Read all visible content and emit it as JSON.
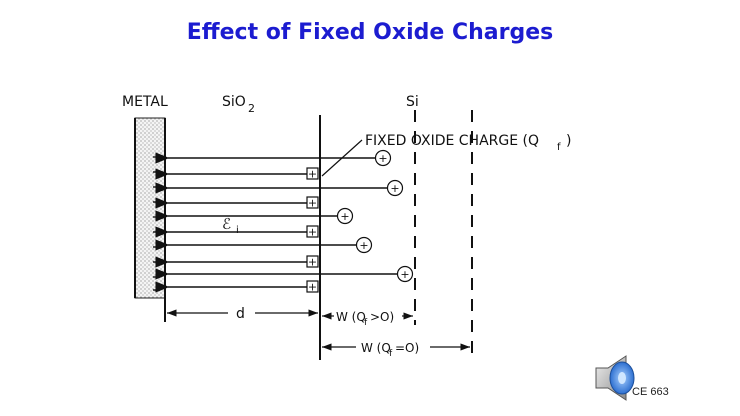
{
  "slide": {
    "title": "Effect of Fixed Oxide Charges",
    "course_code": "CE 663"
  },
  "diagram": {
    "region_labels": {
      "metal": "METAL",
      "oxide": "SiO",
      "oxide_sub": "2",
      "semiconductor": "Si"
    },
    "fixed_charge_label": "FIXED OXIDE CHARGE (Q",
    "fixed_charge_sub": "f",
    "fixed_charge_close": ")",
    "field_label": "ℰ",
    "field_sub": "i",
    "thickness_label": "d",
    "depletion_positive": {
      "prefix": "W (Q",
      "sub": "f",
      "suffix": ">O)"
    },
    "depletion_zero": {
      "prefix": "W (Q",
      "sub": "f",
      "suffix": "=O)"
    },
    "positive_symbol": "+"
  },
  "icons": {
    "speaker": "speaker-icon"
  }
}
